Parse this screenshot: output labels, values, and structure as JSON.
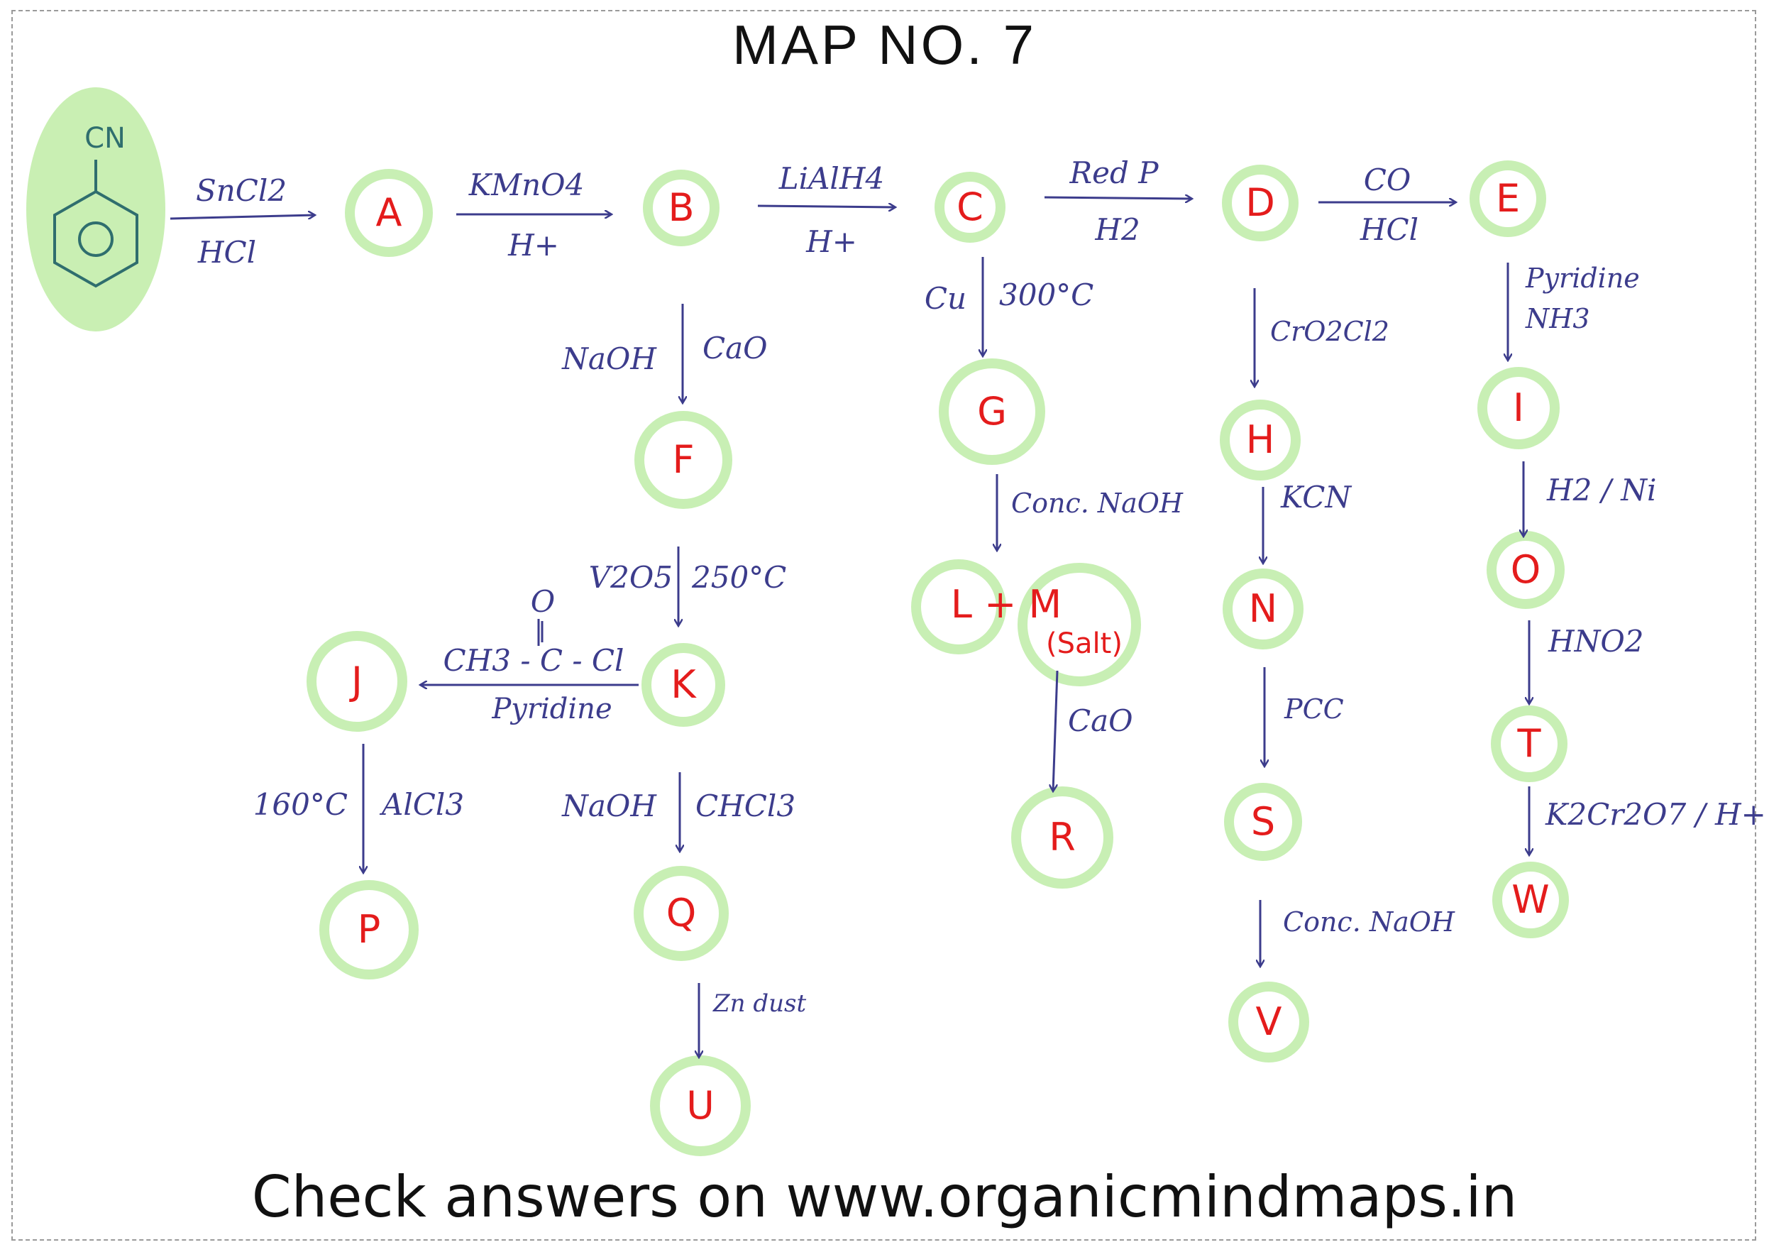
{
  "title": "MAP NO. 7",
  "footer": "Check answers on www.organicmindmaps.in",
  "colors": {
    "ink": "#3c3c8c",
    "node_label": "#e41c1c",
    "node_ring": "#c8efb4",
    "start_blob": "#c9efb3",
    "ring_stroke": "#5a7a5a"
  },
  "start": {
    "substituent": "CN"
  },
  "nodes": {
    "A": "A",
    "B": "B",
    "C": "C",
    "D": "D",
    "E": "E",
    "F": "F",
    "G": "G",
    "H": "H",
    "I": "I",
    "J": "J",
    "K": "K",
    "LM": "L + M",
    "salt": "(Salt)",
    "N": "N",
    "O": "O",
    "P": "P",
    "Q": "Q",
    "R": "R",
    "S": "S",
    "T": "T",
    "U": "U",
    "V": "V",
    "W": "W"
  },
  "reagents": {
    "start_A_top": "SnCl2",
    "start_A_bottom": "HCl",
    "A_B_top": "KMnO4",
    "A_B_bottom": "H+",
    "B_C_top": "LiAlH4",
    "B_C_bottom": "H+",
    "C_D_top": "Red P",
    "C_D_bottom": "H2",
    "D_E_top": "CO",
    "D_E_bottom": "HCl",
    "B_F_left": "NaOH",
    "B_F_right": "CaO",
    "C_G_left": "Cu",
    "C_G_right": "300°C",
    "D_H": "CrO2Cl2",
    "E_I_top": "Pyridine",
    "E_I_bottom": "NH3",
    "F_K_left": "V2O5",
    "F_K_right": "250°C",
    "G_LM": "Conc. NaOH",
    "H_N": "KCN",
    "I_O": "H2 / Ni",
    "K_J_top": "CH3 - C - Cl",
    "K_J_oxygen": "O",
    "K_J_bottom": "Pyridine",
    "M_R": "CaO",
    "N_S": "PCC",
    "O_T": "HNO2",
    "J_P_left": "160°C",
    "J_P_right": "AlCl3",
    "K_Q_left": "NaOH",
    "K_Q_right": "CHCl3",
    "T_W": "K2Cr2O7 / H+",
    "S_V": "Conc. NaOH",
    "Q_U": "Zn dust"
  }
}
